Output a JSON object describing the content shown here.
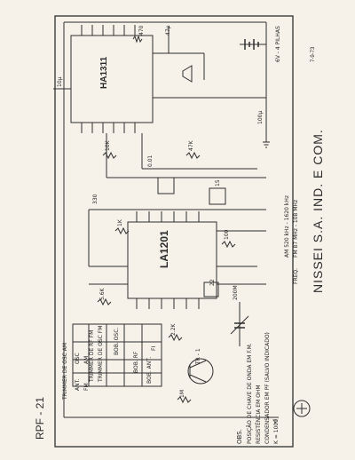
{
  "schematic": {
    "company": "NISSEI S.A. IND. E COM.",
    "model": "RPF - 21",
    "date": "7-9-73",
    "ic_fm_am": "LA1201",
    "ic_audio": "HA1311",
    "bands": {
      "am": "AM 520 kHz - 1620 kHz",
      "fm": "FM 87 MHz - 108 MHz"
    },
    "freq_label": "FREQ.",
    "battery": "6V - 4 PILHAS",
    "switch_trimmers": {
      "trimmer_rf_fm": "TRIMMER DE RF FM",
      "trimmer_osc_fm": "TRIMMER DE OSC FM",
      "trimmer_osc_am": "TRIMMER DE OSC AM",
      "bobina_ant": "BOB. ANT.",
      "bobina_osc": "BOB. OSC.",
      "bobina_rf": "BOB. RF",
      "fi": "FI",
      "ant": "ANT.",
      "osc": "OSC",
      "fm": "FM",
      "am": "AM"
    },
    "tr": "TR - 1",
    "notes": {
      "title": "OBS.",
      "line1": "POSIÇÃO DE CHAVE DE ONDA EM F.M.",
      "line2": "RESISTÊNCIA EM OHM",
      "line3": "CONDENSADOR EM PF (SALVO INDICADO)",
      "line4": "K = 1000"
    },
    "labels": {
      "r1": "470",
      "r2": "10K",
      "r3": "47K",
      "r4": "1K",
      "r5": "100",
      "c1": "10µ",
      "c2": "47µ",
      "c3": "100µ",
      "c4": "0.01",
      "c5": "330",
      "c6": "15",
      "c7": "5.6K",
      "c8": "2.2K",
      "c9": "1M",
      "c10": "22",
      "c11": "200M"
    }
  }
}
